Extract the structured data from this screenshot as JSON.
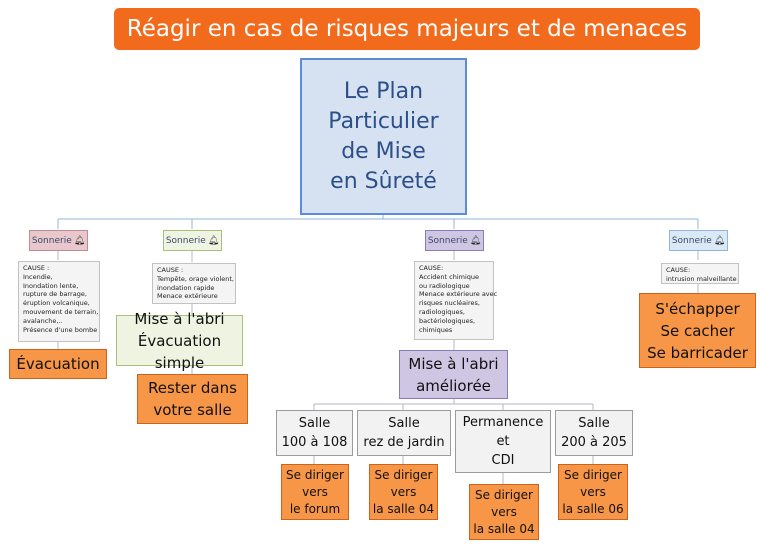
{
  "title": "Réagir en cas de risques majeurs et de menaces",
  "root": [
    "Le Plan",
    "Particulier",
    "de Mise",
    "en Sûreté"
  ],
  "colors": {
    "banner": "#f26a1b",
    "root_fill": "#d6e2f1",
    "root_border": "#5b8dd4",
    "action": "#f79646",
    "bell_pink": "#e8c8cc",
    "bell_green": "#eef3e2",
    "bell_purple": "#cec6e2",
    "bell_blue": "#dbe8f5",
    "connector": "#8fb4dd"
  },
  "branches": [
    {
      "bell": "Sonnerie",
      "bell_icon": "bell-icon",
      "cause": [
        "CAUSE :",
        "Incendie,",
        "Inondation lente,",
        "rupture de barrage,",
        "éruption volcanique,",
        "mouvement de terrain,",
        "avalanche,..",
        "Présence d'une bombe"
      ],
      "action": "Évacuation"
    },
    {
      "bell": "Sonnerie",
      "bell_icon": "bell-icon",
      "cause": [
        "CAUSE :",
        "Tempête, orage violent,",
        "inondation rapide",
        "Menace extérieure"
      ],
      "mode": [
        "Mise à l'abri",
        "Évacuation simple"
      ],
      "action": [
        "Rester dans",
        "votre salle"
      ]
    },
    {
      "bell": "Sonnerie",
      "bell_icon": "bell-icon",
      "cause": [
        "CAUSE:",
        "Accident chimique",
        "ou radiologique",
        "Menace extérieure avec",
        "risques nucléaires,",
        "radiologiques,",
        "bactériologiques,",
        "chimiques"
      ],
      "mode": [
        "Mise à l'abri",
        "améliorée"
      ],
      "rooms": [
        {
          "room": [
            "Salle",
            "100 à 108"
          ],
          "directive": [
            "Se diriger",
            "vers",
            "le forum"
          ]
        },
        {
          "room": [
            "Salle",
            "rez de jardin"
          ],
          "directive": [
            "Se diriger",
            "vers",
            "la salle 04"
          ]
        },
        {
          "room": [
            "Permanence",
            "et",
            "CDI"
          ],
          "directive": [
            "Se diriger",
            "vers",
            "la salle 04"
          ]
        },
        {
          "room": [
            "Salle",
            "200 à 205"
          ],
          "directive": [
            "Se diriger",
            "vers",
            "la salle 06"
          ]
        }
      ]
    },
    {
      "bell": "Sonnerie",
      "bell_icon": "bell-icon",
      "cause": [
        "CAUSE:",
        "intrusion malveillante"
      ],
      "action": [
        "S'échapper",
        "Se cacher",
        "Se barricader"
      ]
    }
  ]
}
